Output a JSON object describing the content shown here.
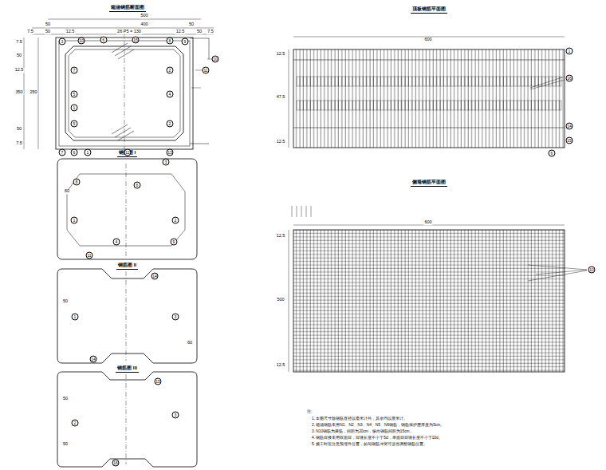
{
  "diagram": {
    "nodes": [
      {
        "text": [
          "箱涵钢筋断面图"
        ]
      },
      {
        "text": [
          "钢筋图 I"
        ]
      },
      {
        "text": [
          "钢筋图 II"
        ]
      },
      {
        "text": [
          "钢筋图 III"
        ]
      },
      {
        "text": [
          "顶板钢筋平面图"
        ]
      },
      {
        "text": [
          "侧墙钢筋平面图"
        ]
      }
    ],
    "labels": [
      "500",
      "50",
      "400",
      "50",
      "7.5",
      "50",
      "12.5",
      "26 P5 = 130",
      "12.5",
      "50",
      "7.5",
      "7.5",
      "50",
      "12.5",
      "350",
      "50",
      "7.5",
      "250",
      "3",
      "10",
      "6",
      "15",
      "8",
      "9",
      "10",
      "11",
      "7",
      "5",
      "1",
      "5",
      "2",
      "4",
      "2",
      "7",
      "6",
      "1",
      "12",
      "13",
      "60",
      "8",
      "3",
      "6",
      "1",
      "2",
      "4",
      "9",
      "11",
      "50",
      "14",
      "1",
      "3",
      "14",
      "60",
      "50",
      "15",
      "2",
      "3",
      "16",
      "50",
      "600",
      "12.5",
      "47.5",
      "12.5",
      "1",
      "16",
      "14",
      "15",
      "6",
      "600",
      "12.5",
      "500",
      "12.5",
      "10",
      "注:",
      "1. 本图尺寸除钢筋直径以毫米计外，其余均以厘米计。",
      "2. 箱涵钢筋采用N1、N2、N3、N4、N5、N6钢筋，钢筋保护层厚度为5cm。",
      "3. N10钢筋为箍筋，间距为20cm，纵向钢筋间距为15cm。",
      "4. 钢筋焊接采用双面焊，焊缝长度不小于5d，单面焊焊缝长度不小于10d。",
      "5. 施工时应注意预埋件位置，如与钢筋冲突可适当调整钢筋位置。"
    ]
  }
}
